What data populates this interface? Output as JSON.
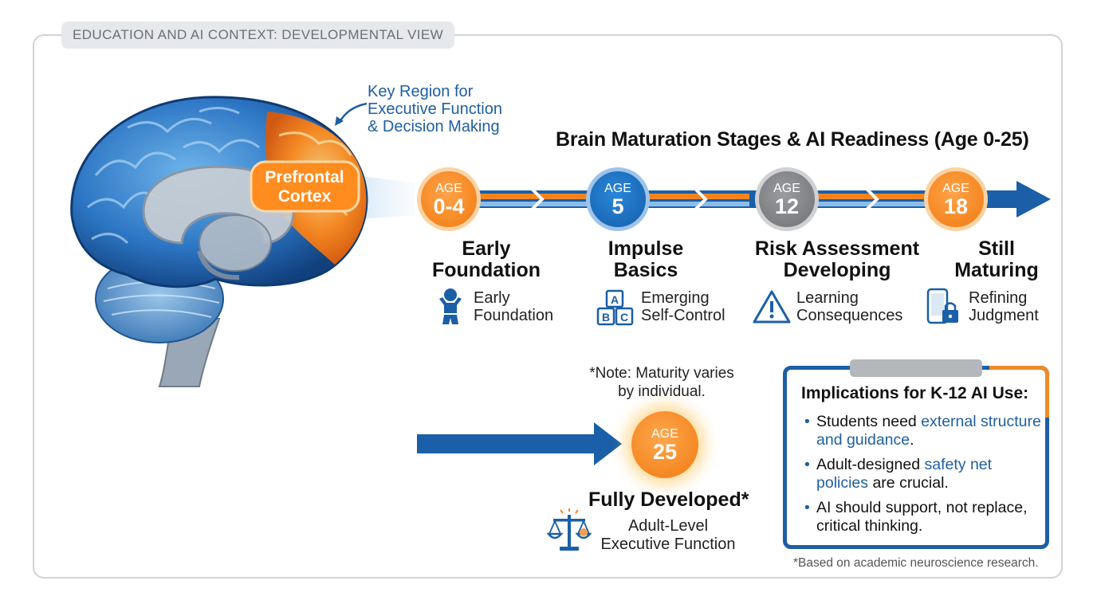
{
  "header": {
    "label": "EDUCATION AND AI CONTEXT: DEVELOPMENTAL VIEW"
  },
  "brain": {
    "region_label_line1": "Prefrontal",
    "region_label_line2": "Cortex",
    "callout_line1": "Key Region for",
    "callout_line2": "Executive Function",
    "callout_line3": "& Decision Making"
  },
  "timeline": {
    "title": "Brain Maturation Stages & AI Readiness (Age 0-25)",
    "stages": [
      {
        "age_label": "AGE",
        "age_value": "0-4",
        "title_line1": "Early",
        "title_line2": "Foundation",
        "desc_line1": "Early",
        "desc_line2": "Foundation",
        "icon": "baby-icon",
        "color": "#f5841f"
      },
      {
        "age_label": "AGE",
        "age_value": "5",
        "title_line1": "Impulse",
        "title_line2": "Basics",
        "desc_line1": "Emerging",
        "desc_line2": "Self-Control",
        "icon": "abc-blocks-icon",
        "color": "#1a6bbd"
      },
      {
        "age_label": "AGE",
        "age_value": "12",
        "title_line1": "Risk Assessment",
        "title_line2": "Developing",
        "desc_line1": "Learning",
        "desc_line2": "Consequences",
        "icon": "warning-icon",
        "color": "#85878a"
      },
      {
        "age_label": "AGE",
        "age_value": "18",
        "title_line1": "Still",
        "title_line2": "Maturing",
        "desc_line1": "Refining",
        "desc_line2": "Judgment",
        "icon": "phone-lock-icon",
        "color": "#f5841f"
      }
    ]
  },
  "full_development": {
    "note_line1": "*Note: Maturity varies",
    "note_line2": "by individual.",
    "age_label": "AGE",
    "age_value": "25",
    "title": "Fully Developed*",
    "desc_line1": "Adult-Level",
    "desc_line2": "Executive Function",
    "icon": "scales-icon"
  },
  "implications": {
    "title": "Implications for K-12 AI Use:",
    "items": [
      {
        "before": "Students need ",
        "highlight": "external structure and guidance",
        "after": "."
      },
      {
        "before": "Adult-designed ",
        "highlight": "safety net policies",
        "after": " are crucial."
      },
      {
        "before": "AI should support, not replace, critical thinking.",
        "highlight": "",
        "after": ""
      }
    ]
  },
  "footnote": "*Based on academic neuroscience research.",
  "colors": {
    "blue": "#1a5fa8",
    "orange": "#f5841f",
    "gray": "#85878a"
  }
}
